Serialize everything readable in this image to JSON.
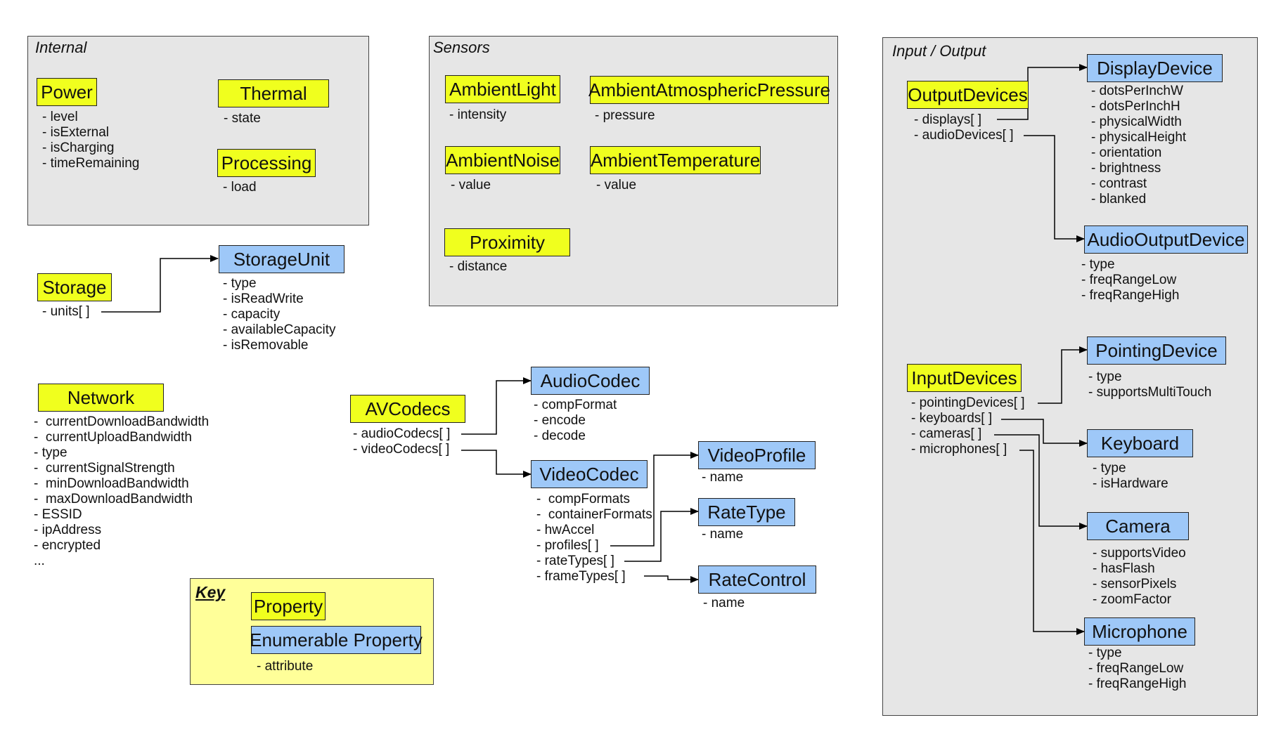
{
  "colors": {
    "property": "#f0ff1e",
    "enumerable_property": "#9ec8f8",
    "panel": "#e6e6e6",
    "key_panel": "#ffff99"
  },
  "panels": {
    "internal": "Internal",
    "sensors": "Sensors",
    "io": "Input / Output",
    "key": "Key"
  },
  "internal": {
    "power": {
      "name": "Power",
      "props": [
        "- level",
        "- isExternal",
        "- isCharging",
        "- timeRemaining"
      ]
    },
    "thermal": {
      "name": "Thermal",
      "props": [
        "- state"
      ]
    },
    "processing": {
      "name": "Processing",
      "props": [
        "- load"
      ]
    }
  },
  "sensors": {
    "ambient_light": {
      "name": "AmbientLight",
      "props": [
        "- intensity"
      ]
    },
    "ambient_pressure": {
      "name": "AmbientAtmosphericPressure",
      "props": [
        "- pressure"
      ]
    },
    "ambient_noise": {
      "name": "AmbientNoise",
      "props": [
        "- value"
      ]
    },
    "ambient_temperature": {
      "name": "AmbientTemperature",
      "props": [
        "- value"
      ]
    },
    "proximity": {
      "name": "Proximity",
      "props": [
        "- distance"
      ]
    }
  },
  "storage": {
    "name": "Storage",
    "props": [
      "- units[ ]"
    ],
    "unit": {
      "name": "StorageUnit",
      "props": [
        "- type",
        "- isReadWrite",
        "- capacity",
        "- availableCapacity",
        "- isRemovable"
      ]
    }
  },
  "network": {
    "name": "Network",
    "props": [
      "-  currentDownloadBandwidth",
      "-  currentUploadBandwidth",
      "- type",
      "-  currentSignalStrength",
      "-  minDownloadBandwidth",
      "-  maxDownloadBandwidth",
      "- ESSID",
      "- ipAddress",
      "- encrypted",
      "..."
    ]
  },
  "avcodecs": {
    "name": "AVCodecs",
    "props": [
      "- audioCodecs[ ]",
      "- videoCodecs[ ]"
    ],
    "audio_codec": {
      "name": "AudioCodec",
      "props": [
        "- compFormat",
        "- encode",
        "- decode"
      ]
    },
    "video_codec": {
      "name": "VideoCodec",
      "props": [
        "-  compFormats",
        "-  containerFormats",
        "- hwAccel",
        "- profiles[ ]",
        "- rateTypes[ ]",
        "- frameTypes[ ]"
      ]
    },
    "video_profile": {
      "name": "VideoProfile",
      "props": [
        "- name"
      ]
    },
    "rate_type": {
      "name": "RateType",
      "props": [
        "- name"
      ]
    },
    "rate_control": {
      "name": "RateControl",
      "props": [
        "- name"
      ]
    }
  },
  "key": {
    "property": "Property",
    "enumerable": "Enumerable Property",
    "attribute": "- attribute"
  },
  "io": {
    "output_devices": {
      "name": "OutputDevices",
      "props": [
        "- displays[ ]",
        "- audioDevices[ ]"
      ]
    },
    "display_device": {
      "name": "DisplayDevice",
      "props": [
        "- dotsPerInchW",
        "- dotsPerInchH",
        "- physicalWidth",
        "- physicalHeight",
        "- orientation",
        "- brightness",
        "- contrast",
        "- blanked"
      ]
    },
    "audio_output_device": {
      "name": "AudioOutputDevice",
      "props": [
        "- type",
        "- freqRangeLow",
        "- freqRangeHigh"
      ]
    },
    "input_devices": {
      "name": "InputDevices",
      "props": [
        "- pointingDevices[ ]",
        "- keyboards[ ]",
        "- cameras[ ]",
        "- microphones[ ]"
      ]
    },
    "pointing_device": {
      "name": "PointingDevice",
      "props": [
        "- type",
        "- supportsMultiTouch"
      ]
    },
    "keyboard": {
      "name": "Keyboard",
      "props": [
        "- type",
        "- isHardware"
      ]
    },
    "camera": {
      "name": "Camera",
      "props": [
        "- supportsVideo",
        "- hasFlash",
        "- sensorPixels",
        "- zoomFactor"
      ]
    },
    "microphone": {
      "name": "Microphone",
      "props": [
        "- type",
        "- freqRangeLow",
        "- freqRangeHigh"
      ]
    }
  }
}
